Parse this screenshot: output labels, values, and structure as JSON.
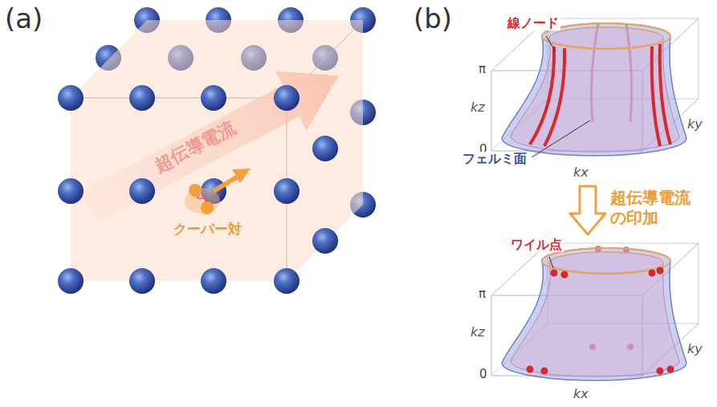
{
  "diagram": {
    "labels": [
      "(a)",
      "超伝導電流",
      "クーパー対",
      "(b)",
      "線ノード",
      "π",
      "kz",
      "0",
      "フェルミ面",
      "kx",
      "ky",
      "超伝導電流 の印加",
      "ワイル点",
      "π",
      "kz",
      "0",
      "ky",
      "kx"
    ]
  }
}
